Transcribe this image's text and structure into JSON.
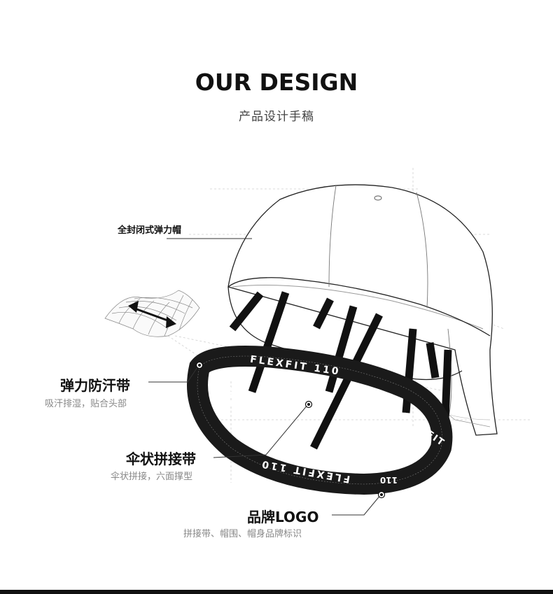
{
  "header": {
    "title": "OUR DESIGN",
    "subtitle": "产品设计手稿"
  },
  "callouts": {
    "closed_cap": {
      "label": "全封闭式弹力帽"
    },
    "sweatband": {
      "label": "弹力防汗带",
      "description": "吸汗排湿，贴合头部"
    },
    "umbrella_tape": {
      "label": "伞状拼接带",
      "description": "伞状拼接，六面撑型"
    },
    "brand_logo": {
      "label": "品牌LOGO",
      "description": "拼接带、帽围、帽身品牌标识"
    }
  },
  "band_text": {
    "top": "FLEXFIT 110",
    "left": "FLEXFIT",
    "front": "FLEXFIT 110",
    "right": "FLEXFIT",
    "small": "110"
  },
  "colors": {
    "text": "#111111",
    "muted": "#888888",
    "band": "#1a1a1a",
    "band_text": "#ffffff"
  }
}
